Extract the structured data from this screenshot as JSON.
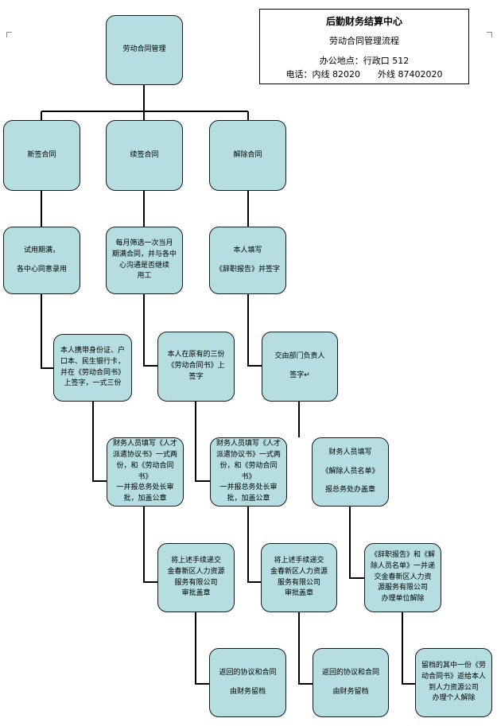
{
  "info": {
    "title": "后勤财务结算中心",
    "subtitle": "劳动合同管理流程",
    "address": "办公地点：行政口 512",
    "phone_label": "电话：内线 82020",
    "phone_ext": "外线 87402020"
  },
  "nodes": {
    "root": {
      "lines": [
        "劳动合同管理"
      ]
    },
    "new": {
      "lines": [
        "新签合同"
      ]
    },
    "renew": {
      "lines": [
        "续签合同"
      ]
    },
    "terminate": {
      "lines": [
        "解除合同"
      ]
    },
    "new_1": {
      "lines": [
        "试用期满，",
        "",
        "各中心同意录用"
      ]
    },
    "renew_1": {
      "lines": [
        "每月筛选一次当月",
        "期满合同，并与各中",
        "心沟通是否继续",
        "用工"
      ]
    },
    "term_1": {
      "lines": [
        "本人填写",
        "",
        "《辞职报告》并签字"
      ]
    },
    "new_2": {
      "lines": [
        "本人携带身份证、户",
        "口本、民生银行卡，",
        "并在《劳动合同书》",
        "上签字，一式三份"
      ]
    },
    "renew_2": {
      "lines": [
        "本人在原有的三份",
        "《劳动合同书》上",
        "签字"
      ]
    },
    "term_2": {
      "lines": [
        "交由部门负责人",
        "",
        "签字↵"
      ]
    },
    "new_3": {
      "lines": [
        "财务人员填写《人才",
        "派遣协议书》一式两",
        "份，和《劳动合同书》",
        "一并报总务处长审",
        "批，加盖公章"
      ]
    },
    "renew_3": {
      "lines": [
        "财务人员填写《人才",
        "派遣协议书》一式两",
        "份，和《劳动合同书》",
        "一并报总务处长审",
        "批，加盖公章"
      ]
    },
    "term_3": {
      "lines": [
        "财务人员填写",
        "",
        "《解除人员名单》",
        "",
        "报总务处办盖章"
      ]
    },
    "new_4": {
      "lines": [
        "将上述手续递交",
        "金春新区人力资源",
        "服务有限公司",
        "审批盖章"
      ]
    },
    "renew_4": {
      "lines": [
        "将上述手续递交",
        "金春新区人力资源",
        "服务有限公司",
        "审批盖章"
      ]
    },
    "term_4": {
      "lines": [
        "《辞职报告》和《解",
        "除人员名单》一并递",
        "交金春新区人力资",
        "源服务有限公司",
        "办理单位解除"
      ]
    },
    "new_5": {
      "lines": [
        "返回的协议和合同",
        "",
        "由财务留档"
      ]
    },
    "renew_5": {
      "lines": [
        "返回的协议和合同",
        "",
        "由财务留档"
      ]
    },
    "term_5": {
      "lines": [
        "留档的其中一份《劳",
        "动合同书》返给本人",
        "到人力资源公司",
        "办理个人解除"
      ]
    }
  }
}
